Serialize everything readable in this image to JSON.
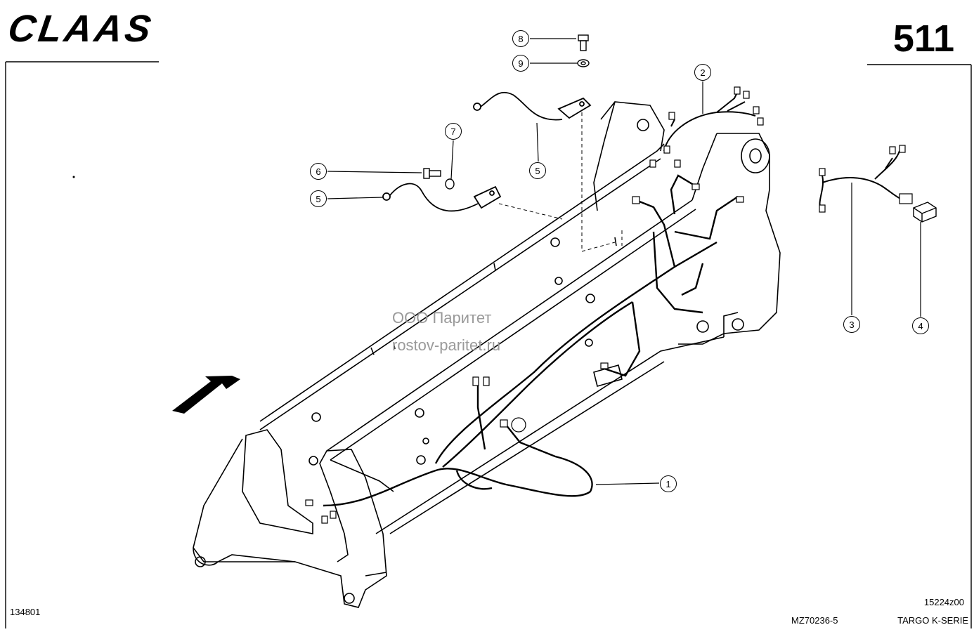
{
  "header": {
    "logo": "CLAAS",
    "page_number": "511"
  },
  "watermark": {
    "line1": "ООО Паритет",
    "line2": "rostov-paritet.ru"
  },
  "callouts": [
    "1",
    "2",
    "3",
    "4",
    "5",
    "5",
    "6",
    "7",
    "8",
    "9"
  ],
  "footer": {
    "left_code": "134801",
    "drawing_code": "15224z00",
    "mz_code": "MZ70236-5",
    "series": "TARGO K-SERIE"
  }
}
